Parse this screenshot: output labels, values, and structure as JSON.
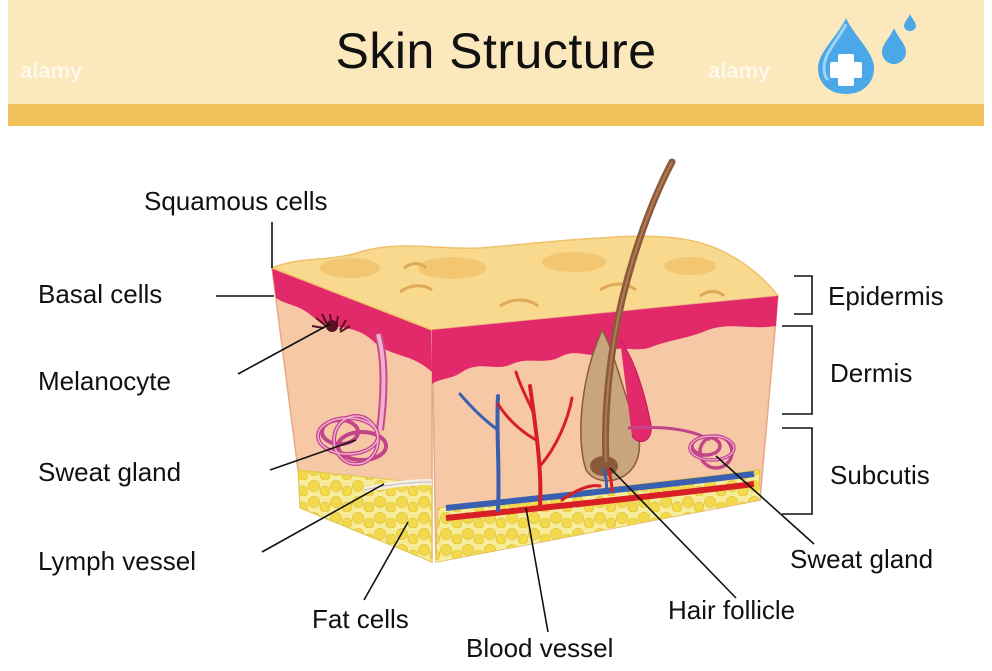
{
  "title": "Skin Structure",
  "watermark": "alamy",
  "icon": "water-drop-cross-icon",
  "labels": {
    "squamous_cells": "Squamous cells",
    "basal_cells": "Basal cells",
    "melanocyte": "Melanocyte",
    "sweat_gland_left": "Sweat gland",
    "lymph_vessel": "Lymph vessel",
    "fat_cells": "Fat cells",
    "blood_vessel": "Blood vessel",
    "hair_follicle": "Hair follicle",
    "sweat_gland_right": "Sweat gland",
    "epidermis": "Epidermis",
    "dermis": "Dermis",
    "subcutis": "Subcutis"
  },
  "colors": {
    "header_bg": "#fbe9bd",
    "header_bar": "#f1c25a",
    "epidermis_top": "#f8d98e",
    "basal_layer": "#e2296a",
    "dermis": "#f7c8a6",
    "fat": "#f4e36a",
    "artery": "#d81f26",
    "vein": "#3a5fb0",
    "hair": "#8a5a3a"
  }
}
